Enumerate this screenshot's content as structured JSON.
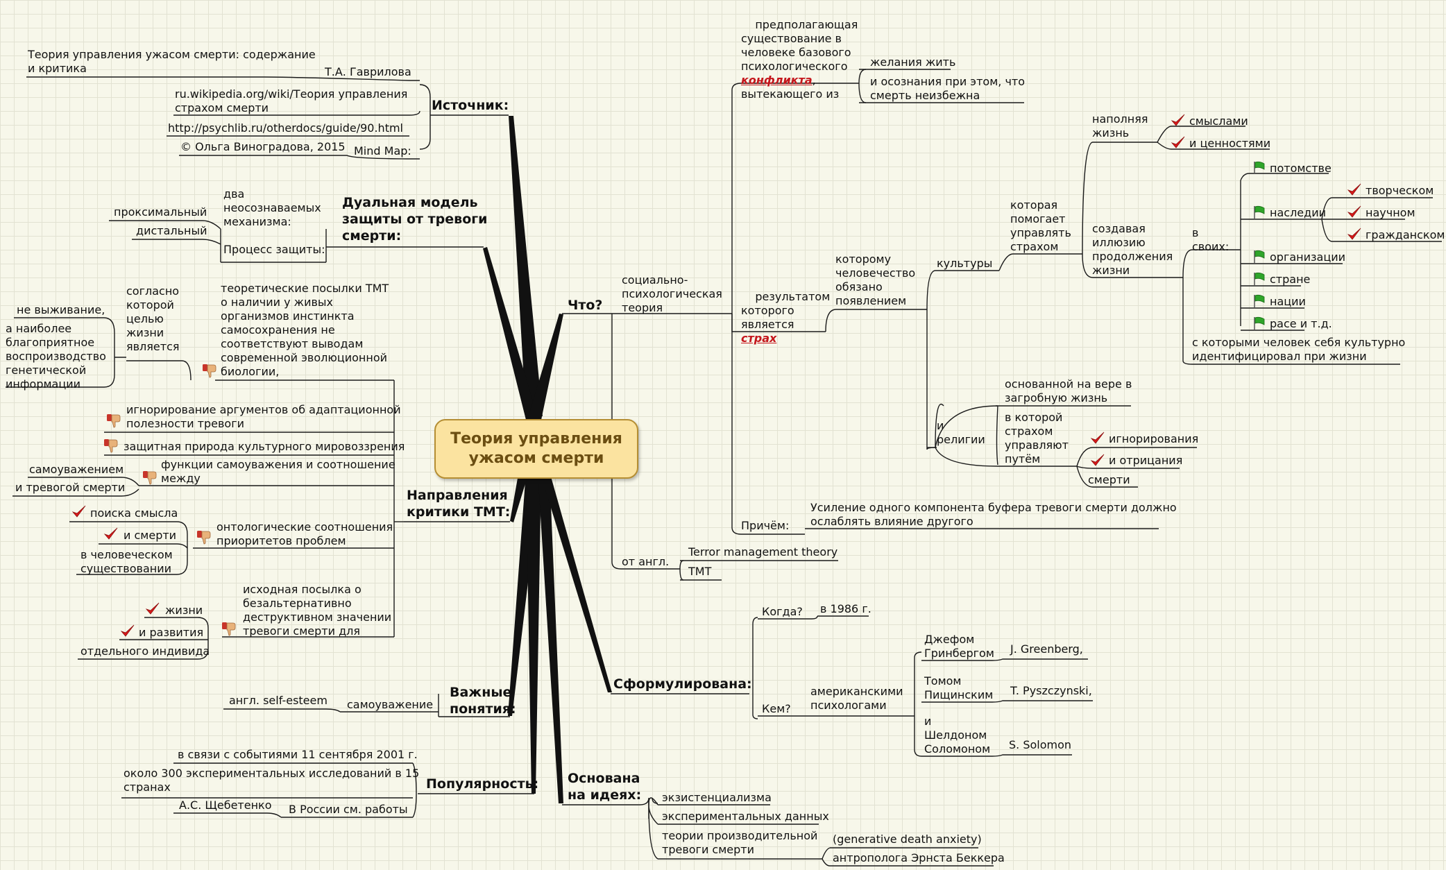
{
  "center_topic": "Теория управления\nужасом смерти",
  "nodes": {
    "source": {
      "label": "Источник:",
      "ref1_title": "Теория управления ужасом смерти: содержание\nи критика",
      "ref1_author": "Т.А. Гаврилова",
      "ref2": "ru.wikipedia.org/wiki/Теория управления\nстрахом смерти",
      "ref3": "http://psychlib.ru/otherdocs/guide/90.html",
      "mindmap_label": "Mind Map:",
      "copyright": "© Ольга Виноградова, 2015"
    },
    "dual": {
      "label": "Дуальная модель\nзащиты от тревоги\nсмерти:",
      "two_mechanisms": "два\nнеосознаваемых\nмеханизма:",
      "proximal": "проксимальный",
      "distal": "дистальный",
      "process": "Процесс защиты:"
    },
    "critique": {
      "label": "Направления\nкритики ТМТ:",
      "c1_text": "теоретические посылки ТМТ\nо наличии у живых\nорганизмов инстинкта\nсамосохранения не\nсоответствуют выводам\nсовременной эволюционной\nбиологии,",
      "c1_goal": "согласно\nкоторой\nцелью\nжизни\nявляется",
      "c1_not": "не выживание,",
      "c1_best": "а наиболее\nблагоприятное\nвоспроизводство\nгенетической\nинформации",
      "c2": "игнорирование аргументов об адаптационной\nполезности тревоги",
      "c3": "защитная природа культурного мировоззрения",
      "c4": "функции самоуважения и соотношение\nмежду",
      "c4_a": "самоуважением",
      "c4_b": "и тревогой смерти",
      "c5": "онтологические соотношения\nприоритетов проблем",
      "c5_a": "поиска смысла",
      "c5_b": "и смерти",
      "c5_c": "в человеческом\nсуществовании",
      "c6": "исходная посылка о\nбезальтернативно\nдеструктивном значении\nтревоги смерти для",
      "c6_a": "жизни",
      "c6_b": "и развития",
      "c6_c": "отдельного индивида"
    },
    "concepts": {
      "label": "Важные\nпонятия:",
      "self": "самоуважение",
      "eng": "англ. self-esteem"
    },
    "popularity": {
      "label": "Популярность:",
      "p1": "в связи с событиями 11 сентября 2001 г.",
      "p2": "около 300 экспериментальных исследований в 15\nстранах",
      "p3": "В России см. работы",
      "p3_author": "А.С. Щебетенко"
    },
    "based": {
      "label": "Основана\nна идеях:",
      "i1": "экзистенциализма",
      "i2": "экспериментальных данных",
      "i3": "теории производительной\nтревоги смерти",
      "i3_a": "(generative death anxiety)",
      "i3_b": "антрополога Эрнста Беккера"
    },
    "formulated": {
      "label": "Сформулирована:",
      "when": "Когда?",
      "year": "в 1986 г.",
      "who": "Кем?",
      "american": "американскими\nпсихологами",
      "greenberg": "Джефом\nГринбергом",
      "greenberg_en": "J. Greenberg,",
      "pyszczynski": "Томом\nПищинским",
      "pyszczynski_en": "T. Pyszczynski,",
      "solomon": "и\nШелдоном\nСоломоном",
      "solomon_en": "S. Solomon"
    },
    "what": {
      "label": "Что?",
      "theory": "социально-\nпсихологическая\nтеория",
      "conflict_pre": "предполагающая\nсуществование в\nчеловеке базового\nпсихологического",
      "conflict_word": "конфликта",
      "conflict_post": "вытекающего из",
      "desire": "желания жить",
      "awareness": "и осознания при этом, что\nсмерть неизбежна",
      "result_pre": "результатом\nкоторого\nявляется",
      "fear_word": "страх",
      "humanity": "которому\nчеловечество\nобязано\nпоявлением",
      "culture": "культуры",
      "helps": "которая\nпомогает\nуправлять\nстрахом",
      "fill": "наполняя\nжизнь",
      "meanings": "смыслами",
      "values": "и ценностями",
      "illusion": "создавая\nиллюзию\nпродолжения\nжизни",
      "own": "в\nсвоих:",
      "offspring": "потомстве",
      "heritage": "наследии",
      "creative": "творческом",
      "scientific": "научном",
      "civic": "гражданском",
      "organizations": "организации",
      "country": "стране",
      "nation": "нации",
      "race": "расе и т.д.",
      "identified": "с которыми человек себя культурно\nидентифицировал при жизни",
      "religion": "и\nрелигии",
      "afterlife": "основанной на вере в\nзагробную жизнь",
      "manage": "в которой\nстрахом\nуправляют\nпутём",
      "ignoring": "игнорирования",
      "denial": "и отрицания",
      "death": "смерти",
      "moreover": "Причём:",
      "buffer": "Усиление одного компонента буфера тревоги смерти должно\nослаблять влияние другого",
      "from_eng": "от англ.",
      "eng_name": "Terror management theory",
      "abbr": "TMT"
    }
  },
  "icons": {
    "check": "check-icon",
    "flag": "green-flag-icon",
    "thumb": "thumbs-down-icon"
  },
  "colors": {
    "line": "#1a1a1a",
    "center_fill": "#fbe3a0",
    "center_border": "#b58e33",
    "highlight": "#c4161c",
    "check": "#d81a1a",
    "flag": "#2fa52a",
    "thumb": "#e8b27a"
  }
}
